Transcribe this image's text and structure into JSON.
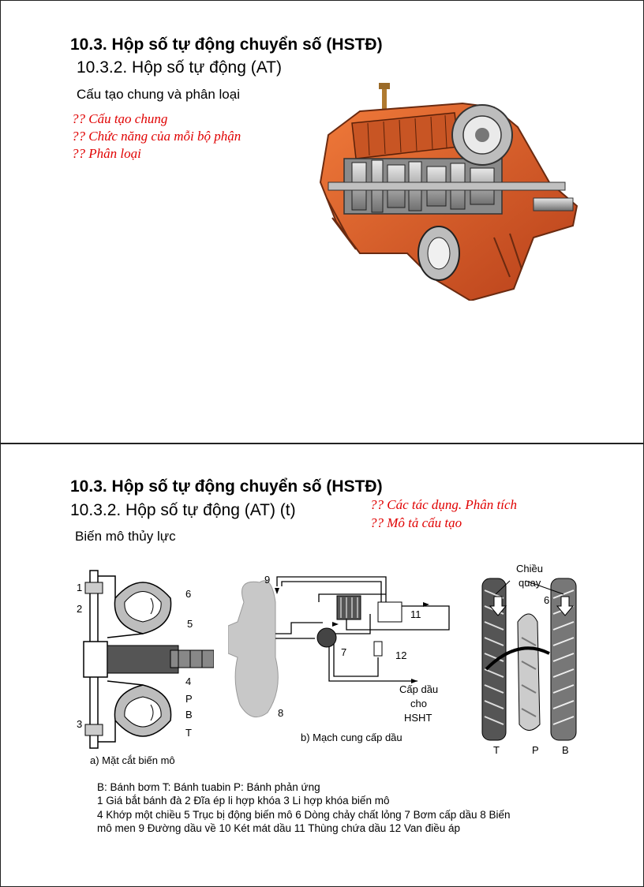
{
  "slide1": {
    "title": "10.3. Hộp số tự động chuyển số (HSTĐ)",
    "subtitle": "10.3.2. Hộp số tự động (AT)",
    "section": "Cấu tạo chung và phân loại",
    "questions": [
      "?? Cấu tạo chung",
      "?? Chức năng của mỗi bộ phận",
      "?? Phân loại"
    ]
  },
  "slide2": {
    "title": "10.3. Hộp số tự động chuyển số (HSTĐ)",
    "subtitle": "10.3.2. Hộp số tự động (AT) (t)",
    "questions": [
      "?? Các tác dụng. Phân tích",
      "?? Mô tả cấu tạo"
    ],
    "section": "Biến mô thủy lực",
    "fig_a": {
      "caption": "a) Mặt cắt biến mô",
      "labels": [
        "1",
        "2",
        "3",
        "4",
        "5",
        "6",
        "P",
        "B",
        "T"
      ]
    },
    "fig_b": {
      "caption": "b) Mạch cung cấp dầu",
      "labels": [
        "9",
        "11",
        "7",
        "12",
        "8"
      ],
      "supply_label": [
        "Cấp dầu",
        "cho",
        "HSHT"
      ]
    },
    "fig_c": {
      "rotation_label": [
        "Chiều",
        "quay"
      ],
      "labels": [
        "6",
        "T",
        "P",
        "B"
      ]
    },
    "legend": [
      "B: Bánh bơm      T: Bánh tuabin      P: Bánh phản ứng",
      "1    Giá bắt bánh đà     2 Đĩa ép li hợp khóa     3 Li hợp khóa biến mô",
      "4  Khớp một chiều      5 Trục bị động biến mô      6 Dòng chảy chất lỏng      7 Bơm cấp dầu    8 Biến mô men              9 Đường dầu về      10 Két mát dầu     11 Thùng chứa dầu     12 Van điều áp"
    ],
    "colors": {
      "question_red": "#e00000",
      "housing_orange": "#d9531e"
    }
  }
}
